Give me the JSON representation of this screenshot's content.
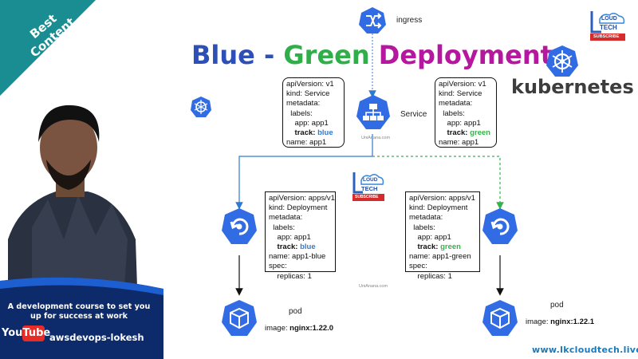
{
  "title": {
    "part_blue": "Blue",
    "part_dash": " - ",
    "part_green": "Green",
    "part_deploy": " Deployment"
  },
  "left_panel": {
    "badge_line1": "Best",
    "badge_line2": "Content",
    "course_text": "A development course to set you up for success at work",
    "yt_you": "You",
    "yt_tube": "Tube",
    "handle": "awsdevops-lokesh"
  },
  "brand": {
    "kubernetes": "kubernetes",
    "url": "www.lkcloudtech.live",
    "logo_line1": "LOUD",
    "logo_line2": "TECH",
    "logo_sub": "SUBSCRIBE",
    "watermark": "UniAnana.com"
  },
  "labels": {
    "ingress": "ingress",
    "service": "Service",
    "pod_left": "pod",
    "pod_right": "pod"
  },
  "service_blue": {
    "l1": "apiVersion: v1",
    "l2": "kind: Service",
    "l3": "metadata:",
    "l4": "  labels:",
    "l5": "    app: app1",
    "track_key": "    track: ",
    "track_val": "blue",
    "l7": "name: app1"
  },
  "service_green": {
    "l1": "apiVersion: v1",
    "l2": "kind: Service",
    "l3": "metadata:",
    "l4": "  labels:",
    "l5": "    app: app1",
    "track_key": "    track: ",
    "track_val": "green",
    "l7": "name: app1"
  },
  "deploy_blue": {
    "l1": "apiVersion: apps/v1",
    "l2": "kind: Deployment",
    "l3": "metadata:",
    "l4": "  labels:",
    "l5": "    app: app1",
    "track_key": "    track: ",
    "track_val": "blue",
    "l7": "name: app1-blue",
    "l8": "spec:",
    "l9": "    replicas: 1"
  },
  "deploy_green": {
    "l1": "apiVersion: apps/v1",
    "l2": "kind: Deployment",
    "l3": "metadata:",
    "l4": "  labels:",
    "l5": "    app: app1",
    "track_key": "    track: ",
    "track_val": "green",
    "l7": "name: app1-green",
    "l8": "spec:",
    "l9": "    replicas: 1"
  },
  "pods": {
    "left_prefix": "image: ",
    "left_image": "nginx:1.22.0",
    "right_prefix": "image: ",
    "right_image": "nginx:1.22.1"
  },
  "colors": {
    "blue": "#2e7ad1",
    "green": "#36b24a",
    "deploy_purple": "#b5179e",
    "k8s_blue": "#326ce5",
    "left_panel_dark": "#0d2a6b",
    "badge_green": "#1aa06e"
  }
}
